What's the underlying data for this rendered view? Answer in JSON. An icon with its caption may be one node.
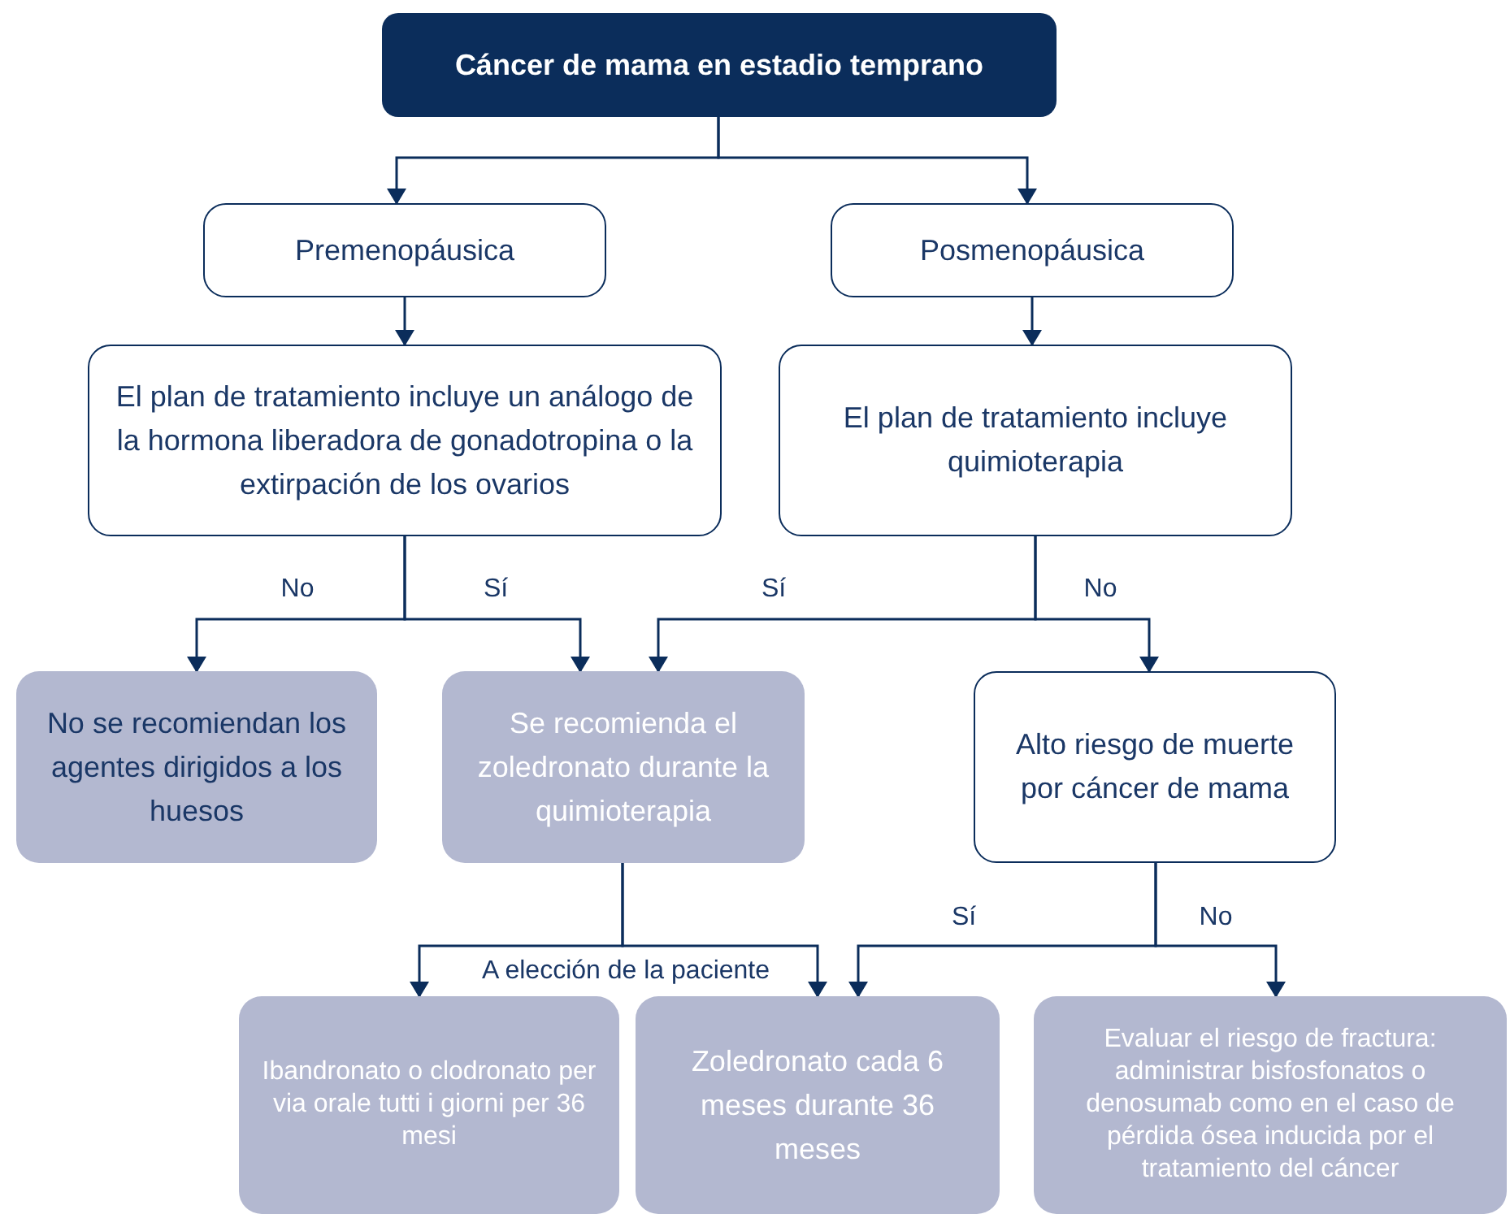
{
  "diagram": {
    "nodes": [
      {
        "text": [
          "Cáncer de mama en estadio temprano"
        ]
      },
      {
        "text": [
          "Premenopáusica"
        ]
      },
      {
        "text": [
          "Posmenopáusica"
        ]
      },
      {
        "text": [
          "El plan de tratamiento incluye un análogo de la hormona liberadora de gonadotropina o la extirpación de los ovarios"
        ]
      },
      {
        "text": [
          "El plan de tratamiento incluye quimioterapia"
        ]
      },
      {
        "text": [
          "No se recomiendan los agentes dirigidos a los huesos"
        ]
      },
      {
        "text": [
          "Se recomienda el zoledronato durante la quimioterapia"
        ]
      },
      {
        "text": [
          "Alto riesgo de muerte por cáncer de mama"
        ]
      },
      {
        "text": [
          "Ibandronato o clodronato per via orale tutti i giorni per 36 mesi"
        ]
      },
      {
        "text": [
          "Zoledronato cada 6 meses durante 36 meses"
        ]
      },
      {
        "text": [
          "Evaluar el riesgo de fractura: administrar bisfosfonatos o denosumab como en el caso de pérdida ósea inducida por el tratamiento del cáncer"
        ]
      }
    ],
    "edges": [
      {
        "from": 0,
        "to": 1,
        "arrow": "to"
      },
      {
        "from": 0,
        "to": 2,
        "arrow": "to"
      },
      {
        "from": 1,
        "to": 3,
        "arrow": "to"
      },
      {
        "from": 2,
        "to": 4,
        "arrow": "to"
      },
      {
        "from": 3,
        "to": 5,
        "arrow": "to",
        "label": "No"
      },
      {
        "from": 3,
        "to": 6,
        "arrow": "to",
        "label": "Sí"
      },
      {
        "from": 4,
        "to": 6,
        "arrow": "to",
        "label": "Sí"
      },
      {
        "from": 4,
        "to": 7,
        "arrow": "to",
        "label": "No"
      },
      {
        "from": 6,
        "to": 8,
        "arrow": "to",
        "label": "A elección de la paciente"
      },
      {
        "from": 6,
        "to": 9,
        "arrow": "to"
      },
      {
        "from": 7,
        "to": 9,
        "arrow": "to",
        "label": "Sí"
      },
      {
        "from": 7,
        "to": 10,
        "arrow": "to",
        "label": "No"
      }
    ]
  }
}
